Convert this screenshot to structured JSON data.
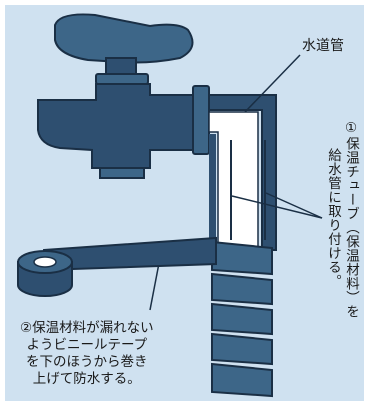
{
  "labels": {
    "pipe": "水道管",
    "tube_line1": "①保温チューブ（保温材料）を",
    "tube_line2": "給水管に取り付ける。",
    "tape_line1": "②保温材料が漏れない",
    "tape_line2": "ようビニールテープ",
    "tape_line3": "を下のほうから巻き",
    "tape_line4": "上げて防水する。"
  },
  "colors": {
    "background": "#cfe1f0",
    "metal": "#2e4f70",
    "outline": "#1a2f45",
    "tape": "#3d6688"
  }
}
